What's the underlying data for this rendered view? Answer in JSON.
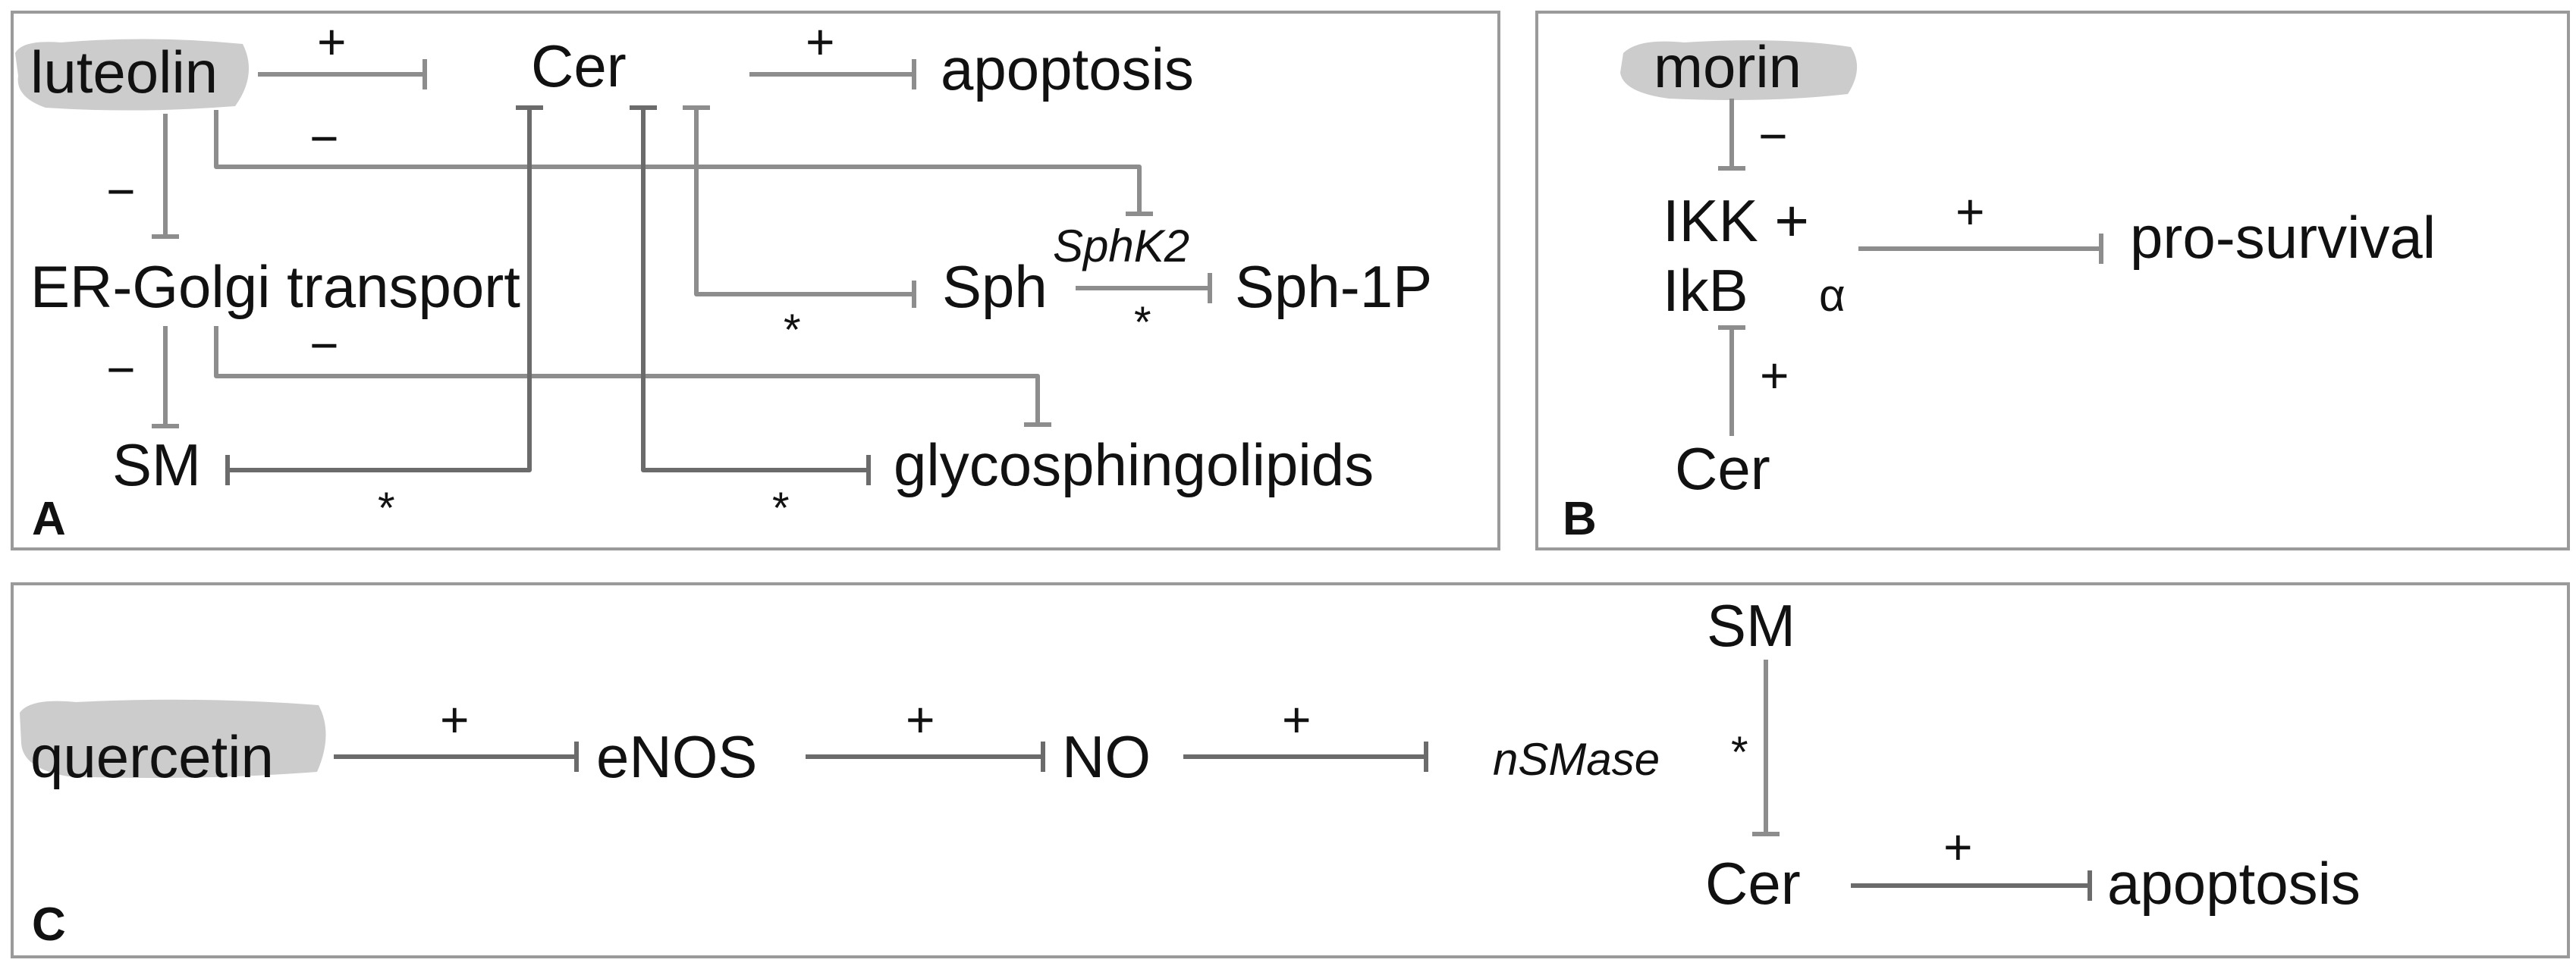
{
  "panels": {
    "a": {
      "letter": "A",
      "luteolin": "luteolin",
      "cer": "Cer",
      "apoptosis": "apoptosis",
      "er_golgi": "ER-Golgi transport",
      "sph": "Sph",
      "sphk2": "SphK2",
      "sph1p": "Sph-1P",
      "sm": "SM",
      "glyco": "glycosphingolipids",
      "plus": "+",
      "minus": "−",
      "star": "*"
    },
    "b": {
      "letter": "B",
      "morin": "morin",
      "ikk": "IKK +",
      "ikba": "IkB",
      "alpha": "α",
      "prosurvival": "pro-survival",
      "cer": "Cer",
      "plus": "+",
      "minus": "−"
    },
    "c": {
      "letter": "C",
      "quercetin": "quercetin",
      "enos": "eNOS",
      "no": "NO",
      "nsmase": "nSMase",
      "sm": "SM",
      "cer": "Cer",
      "apoptosis": "apoptosis",
      "plus": "+",
      "star": "*"
    }
  }
}
